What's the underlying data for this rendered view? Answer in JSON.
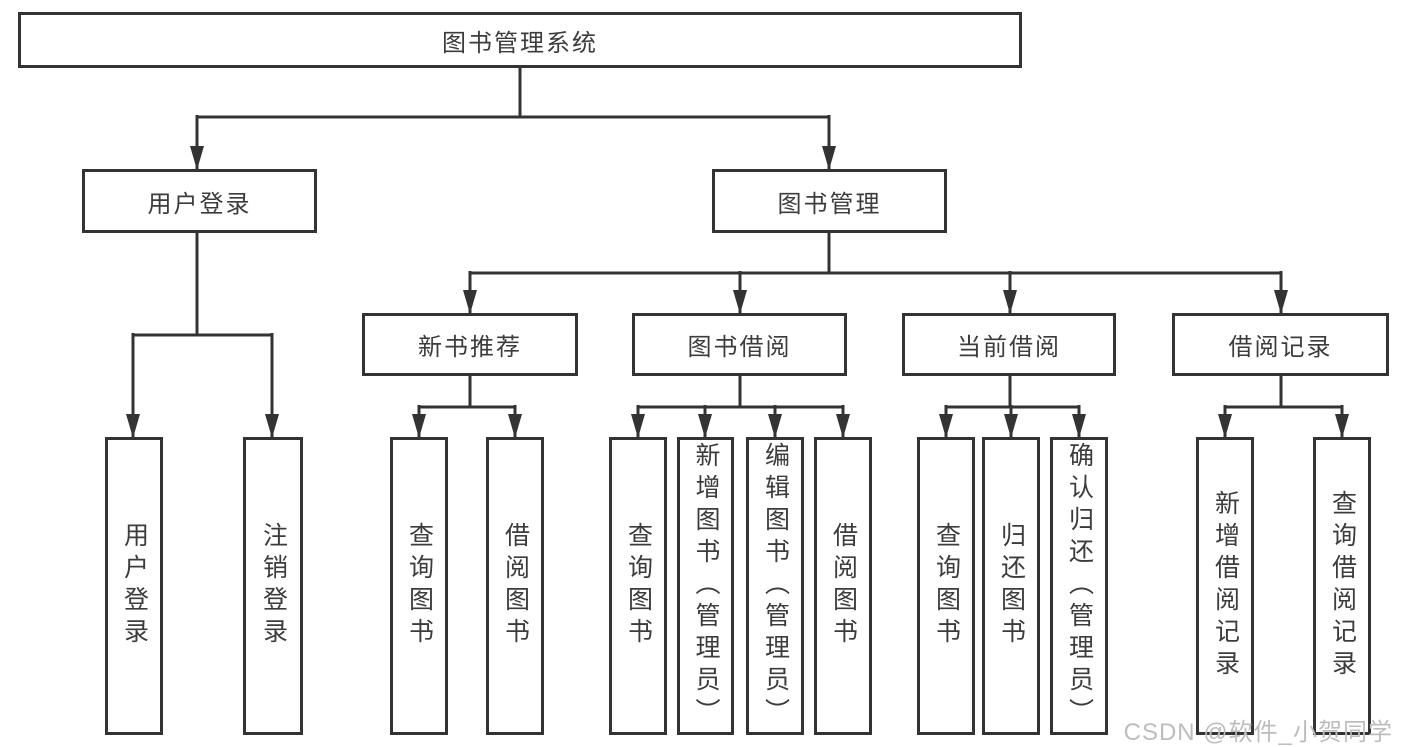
{
  "title_node": "图书管理系统",
  "login_branch": {
    "label": "用户登录",
    "children": [
      "用户登录",
      "注销登录"
    ]
  },
  "mgmt_branch": {
    "label": "图书管理"
  },
  "sections": [
    {
      "label": "新书推荐",
      "children": [
        "查询图书",
        "借阅图书"
      ]
    },
    {
      "label": "图书借阅",
      "children": [
        "查询图书",
        "新增图书（管理员）",
        "编辑图书（管理员）",
        "借阅图书"
      ]
    },
    {
      "label": "当前借阅",
      "children": [
        "查询图书",
        "归还图书",
        "确认归还（管理员）"
      ]
    },
    {
      "label": "借阅记录",
      "children": [
        "新增借阅记录",
        "查询借阅记录"
      ]
    }
  ],
  "watermark": "CSDN @软件_小贺同学",
  "colors": {
    "line": "#333333",
    "border": "#333333",
    "text": "#3c3c3c",
    "watermark_text": "#bdbdbd",
    "background": "#ffffff"
  }
}
